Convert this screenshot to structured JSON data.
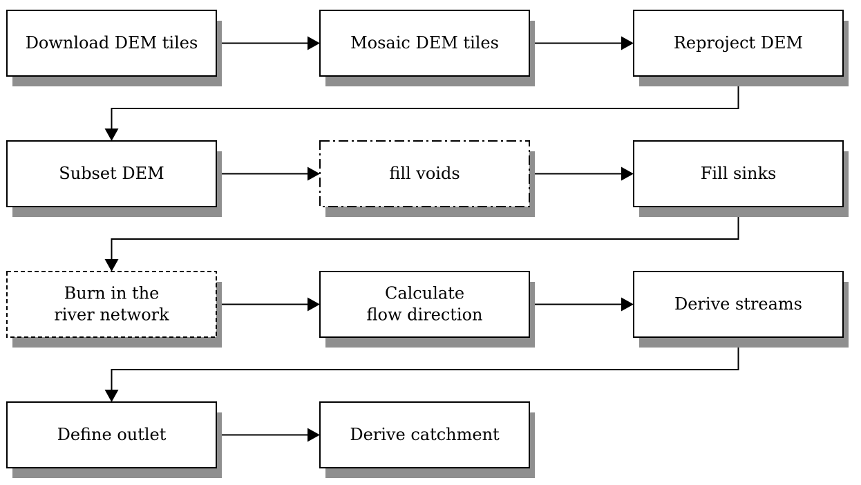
{
  "diagram": {
    "steps": [
      {
        "id": "download-dem-tiles",
        "lines": [
          "Download DEM tiles"
        ],
        "border": "solid"
      },
      {
        "id": "mosaic-dem-tiles",
        "lines": [
          "Mosaic DEM tiles"
        ],
        "border": "solid"
      },
      {
        "id": "reproject-dem",
        "lines": [
          "Reproject DEM"
        ],
        "border": "solid"
      },
      {
        "id": "subset-dem",
        "lines": [
          "Subset DEM"
        ],
        "border": "solid"
      },
      {
        "id": "fill-voids",
        "lines": [
          "fill voids"
        ],
        "border": "dashdot"
      },
      {
        "id": "fill-sinks",
        "lines": [
          "Fill sinks"
        ],
        "border": "solid"
      },
      {
        "id": "burn-in-river-network",
        "lines": [
          "Burn in the",
          "river network"
        ],
        "border": "dashed"
      },
      {
        "id": "calculate-flow-direction",
        "lines": [
          "Calculate",
          "flow direction"
        ],
        "border": "solid"
      },
      {
        "id": "derive-streams",
        "lines": [
          "Derive streams"
        ],
        "border": "solid"
      },
      {
        "id": "define-outlet",
        "lines": [
          "Define outlet"
        ],
        "border": "solid"
      },
      {
        "id": "derive-catchment",
        "lines": [
          "Derive catchment"
        ],
        "border": "solid"
      }
    ],
    "flows": [
      [
        "download-dem-tiles",
        "mosaic-dem-tiles"
      ],
      [
        "mosaic-dem-tiles",
        "reproject-dem"
      ],
      [
        "reproject-dem",
        "subset-dem"
      ],
      [
        "subset-dem",
        "fill-voids"
      ],
      [
        "fill-voids",
        "fill-sinks"
      ],
      [
        "fill-sinks",
        "burn-in-river-network"
      ],
      [
        "burn-in-river-network",
        "calculate-flow-direction"
      ],
      [
        "calculate-flow-direction",
        "derive-streams"
      ],
      [
        "derive-streams",
        "define-outlet"
      ],
      [
        "define-outlet",
        "derive-catchment"
      ]
    ],
    "colors": {
      "box_border": "#000000",
      "box_fill": "#ffffff",
      "shadow": "#8f8f8f",
      "arrow": "#000000"
    }
  }
}
